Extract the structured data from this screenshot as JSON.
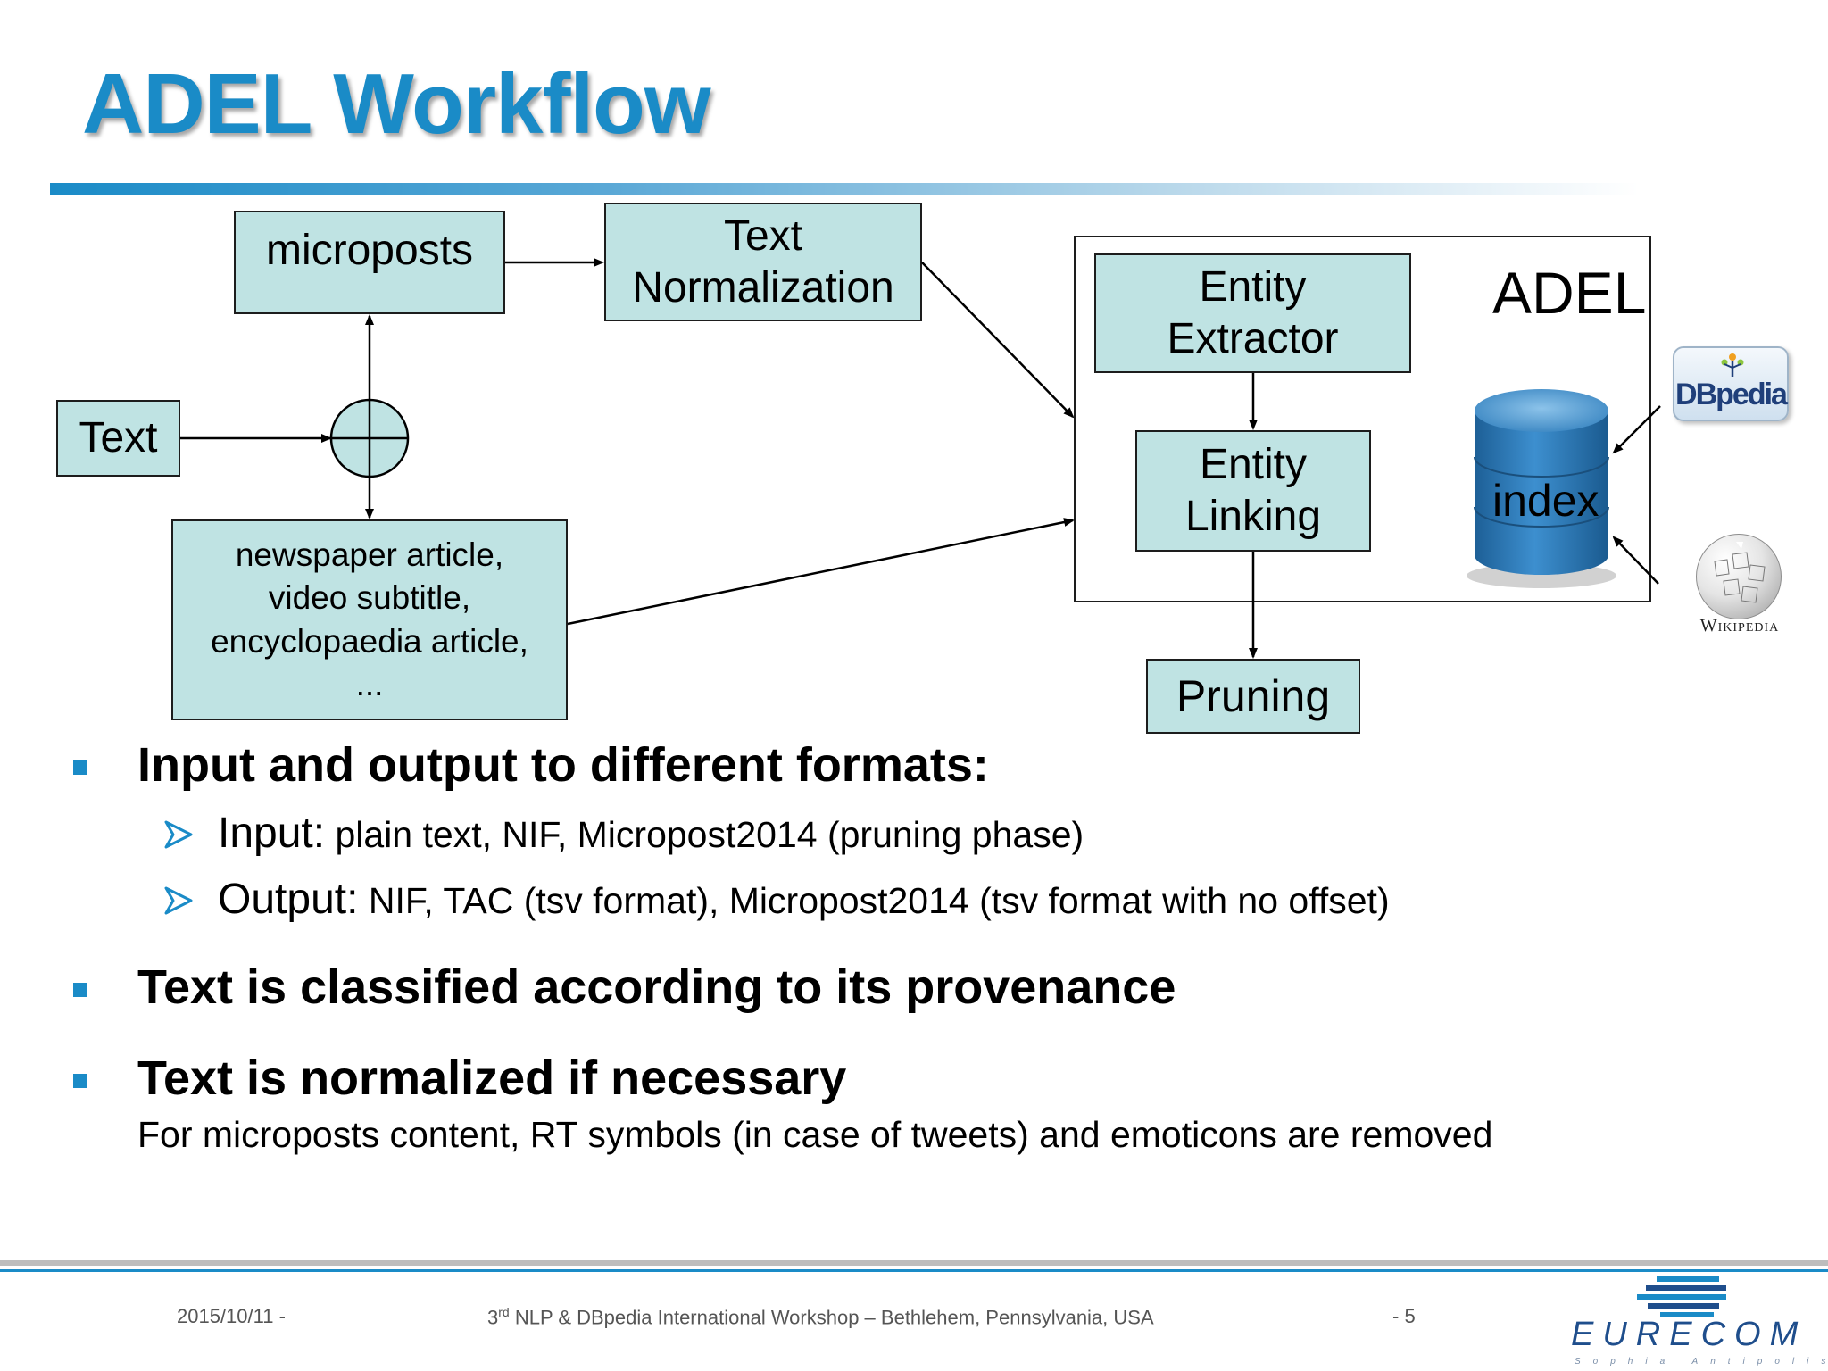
{
  "slide": {
    "title": "ADEL Workflow"
  },
  "diagram": {
    "microposts": "microposts",
    "text_normalization": "Text\nNormalization",
    "text_input": "Text",
    "other_sources": "newspaper article,\nvideo subtitle,\nencyclopaedia article,\n...",
    "adel_label": "ADEL",
    "entity_extractor": "Entity\nExtractor",
    "entity_linking": "Entity\nLinking",
    "index_label": "index",
    "pruning": "Pruning",
    "dbpedia_logo_text": "DBpedia",
    "wikipedia_logo_text": "Wikipedia"
  },
  "bullets": [
    {
      "text": "Input and output to different formats:",
      "sub": [
        {
          "label": "Input:",
          "value": " plain text, NIF, Micropost2014 (pruning phase)"
        },
        {
          "label": "Output:",
          "value": " NIF, TAC (tsv format), Micropost2014 (tsv format with no offset)"
        }
      ]
    },
    {
      "text": "Text is classified according to its provenance"
    },
    {
      "text": "Text is normalized if necessary",
      "detail": "For microposts content, RT symbols (in case of tweets) and emoticons are removed"
    }
  ],
  "footer": {
    "date": "2015/10/11  -",
    "event_prefix": "3",
    "event_sup": "rd",
    "event_rest": " NLP & DBpedia International Workshop – Bethlehem, Pennsylvania, USA",
    "page": "-  5",
    "org_logo": "EURECOM",
    "org_sub": "Sophia Antipolis"
  },
  "colors": {
    "accent": "#1a8bc7",
    "box_fill": "#bfe3e3",
    "cylinder": "#2a78b4"
  },
  "icons": [
    "dbpedia-logo-icon",
    "wikipedia-logo-icon",
    "eurecom-logo-icon",
    "square-bullet-icon",
    "chevron-arrow-icon"
  ]
}
